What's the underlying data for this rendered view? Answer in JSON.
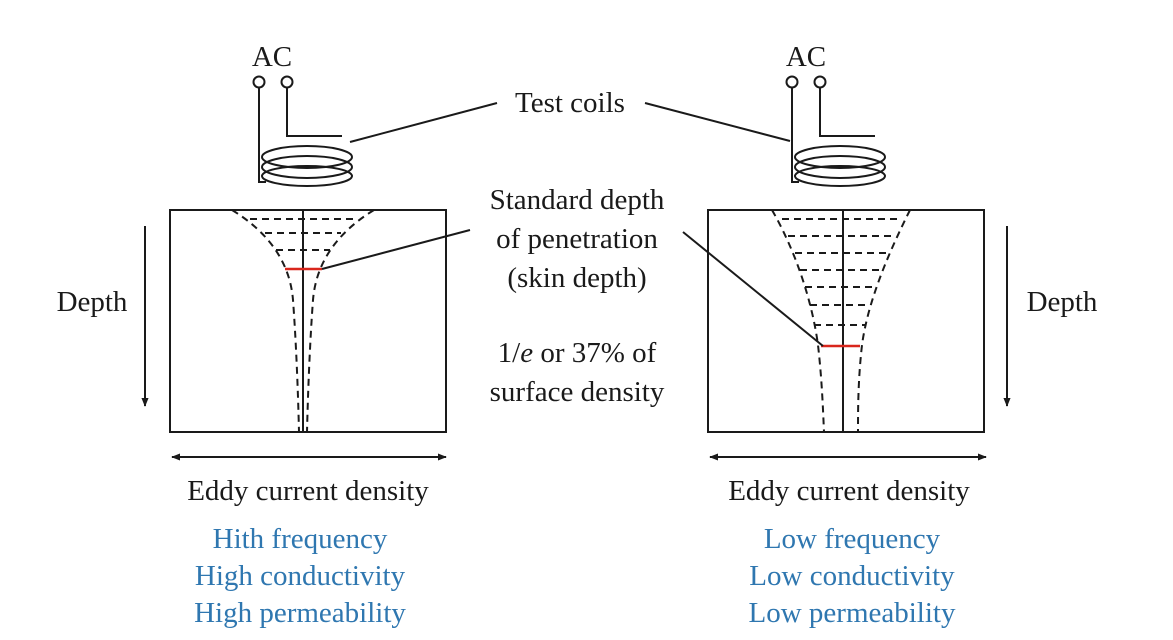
{
  "labels": {
    "ac_left": "AC",
    "ac_right": "AC",
    "test_coils": "Test coils",
    "standard_depth_line1": "Standard depth",
    "standard_depth_line2": "of penetration",
    "standard_depth_line3": "(skin depth)",
    "fraction_pre": "1/",
    "fraction_e": "e",
    "fraction_post": " or 37% of",
    "surface_density": "surface density",
    "depth_left": "Depth",
    "depth_right": "Depth",
    "eddy_left": "Eddy current density",
    "eddy_right": "Eddy current density"
  },
  "left_conditions": [
    "Hith frequency",
    "High conductivity",
    "High permeability"
  ],
  "right_conditions": [
    "Low frequency",
    "Low conductivity",
    "Low permeability"
  ],
  "colors": {
    "condition_text": "#2f77b0",
    "skin_depth_marker": "#d9261c",
    "line": "#1a1a1a"
  },
  "icons": {
    "coil": "helical-coil-icon",
    "terminal": "open-circle-terminal-icon"
  }
}
